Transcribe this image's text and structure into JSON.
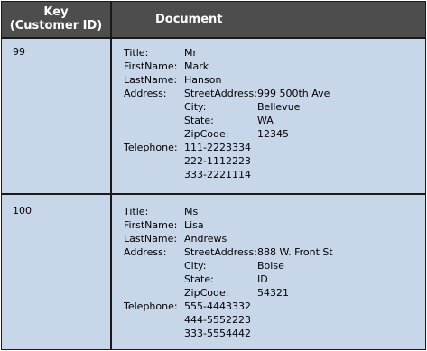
{
  "headers": {
    "key": "Key\n(Customer ID)",
    "key_line1": "Key",
    "key_line2": "(Customer ID)",
    "document": "Document"
  },
  "rows": [
    {
      "key": "99",
      "title_label": "Title:",
      "title": "Mr",
      "firstname_label": "FirstName:",
      "firstname": "Mark",
      "lastname_label": "LastName:",
      "lastname": "Hanson",
      "address_label": "Address:",
      "street_label": "StreetAddress:",
      "street": "999 500th Ave",
      "city_label": "City:",
      "city": "Bellevue",
      "state_label": "State:",
      "state": "WA",
      "zip_label": "ZipCode:",
      "zip": "12345",
      "telephone_label": "Telephone:",
      "telephones": [
        "111-2223334",
        "222-1112223",
        "333-2221114"
      ]
    },
    {
      "key": "100",
      "title_label": "Title:",
      "title": "Ms",
      "firstname_label": "FirstName:",
      "firstname": "Lisa",
      "lastname_label": "LastName:",
      "lastname": "Andrews",
      "address_label": "Address:",
      "street_label": "StreetAddress:",
      "street": "888 W. Front St",
      "city_label": "City:",
      "city": "Boise",
      "state_label": "State:",
      "state": "ID",
      "zip_label": "ZipCode:",
      "zip": "54321",
      "telephone_label": "Telephone:",
      "telephones": [
        "555-4443332",
        "444-5552223",
        "333-5554442"
      ]
    }
  ],
  "colors": {
    "header_bg": "#4d4d4d",
    "body_bg": "#c8d6ea",
    "border": "#1a1a1a"
  }
}
